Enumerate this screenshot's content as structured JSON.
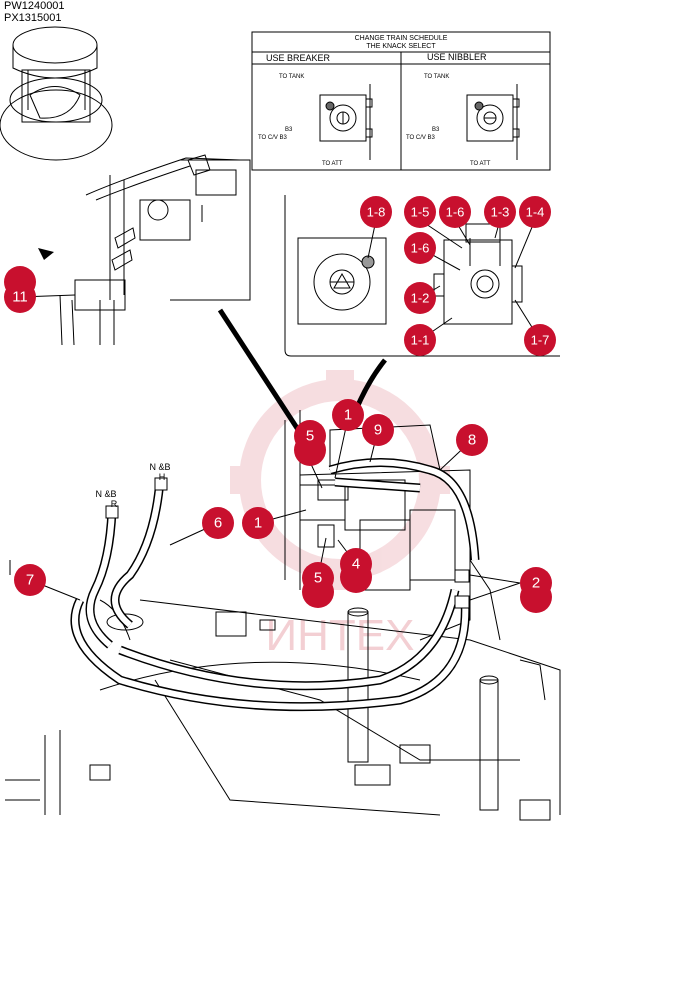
{
  "header": {
    "ref_codes": [
      "PW1240001",
      "PX1315001"
    ]
  },
  "schedule_box": {
    "title_lines": [
      "CHANGE TRAIN SCHEDULE",
      "THE KNACK SELECT"
    ],
    "columns": [
      {
        "heading": "USE BREAKER",
        "to_tank": "TO TANK",
        "b3": "B3",
        "to_cv": "TO C/V B3",
        "to_att": "TO ATT"
      },
      {
        "heading": "USE NIBBLER",
        "to_tank": "TO TANK",
        "b3": "B3",
        "to_cv": "TO C/V B3",
        "to_att": "TO ATT"
      }
    ]
  },
  "hose_labels": {
    "nb_r": [
      "N &B",
      "R"
    ],
    "nb_h": [
      "N &B",
      "H"
    ]
  },
  "callouts": {
    "detail": [
      "1-8",
      "1-5",
      "1-6",
      "1-3",
      "1-4",
      "1-6",
      "1-2",
      "1-1",
      "1-7"
    ],
    "main": [
      "11",
      "1",
      "5",
      "9",
      "8",
      "6",
      "1",
      "7",
      "5",
      "4",
      "2"
    ]
  },
  "watermark": "ИНТЕХ",
  "colors": {
    "callout": "#c8102e",
    "line": "#000000",
    "watermark": "#e8a0a8"
  }
}
